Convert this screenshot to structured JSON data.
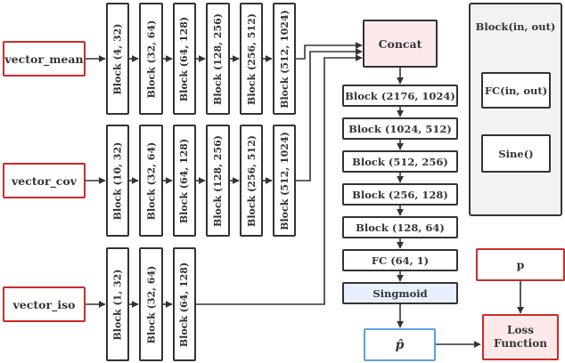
{
  "inputs": {
    "mean": "vector_mean",
    "cov": "vector_cov",
    "iso": "vector_iso"
  },
  "mean_blocks": [
    "Block (4, 32)",
    "Block (32, 64)",
    "Block (64, 128)",
    "Block (128, 256)",
    "Block (256, 512)",
    "Block (512, 1024)"
  ],
  "cov_blocks": [
    "Block (10, 32)",
    "Block (32, 64)",
    "Block (64, 128)",
    "Block (128, 256)",
    "Block (256, 512)",
    "Block (512, 1024)"
  ],
  "iso_blocks": [
    "Block (1, 32)",
    "Block (32, 64)",
    "Block (64, 128)"
  ],
  "concat": "Concat",
  "head_blocks": [
    "Block (2176, 1024)",
    "Block (1024, 512)",
    "Block (512, 256)",
    "Block (256, 128)",
    "Block (128, 64)"
  ],
  "fc": "FC (64, 1)",
  "activation": "Singmoid",
  "prediction": "p̂",
  "target": "p",
  "loss": "Loss Function",
  "legend": {
    "title": "Block(in, out)",
    "fc": "FC(in, out)",
    "sine": "Sine()"
  },
  "colors": {
    "input_border": "#cc2a2a",
    "concat_fill": "#fde9e9",
    "sigmoid_fill": "#e7f0fc",
    "prediction_border": "#5aa0e0",
    "legend_fill": "#f1f2f4"
  }
}
